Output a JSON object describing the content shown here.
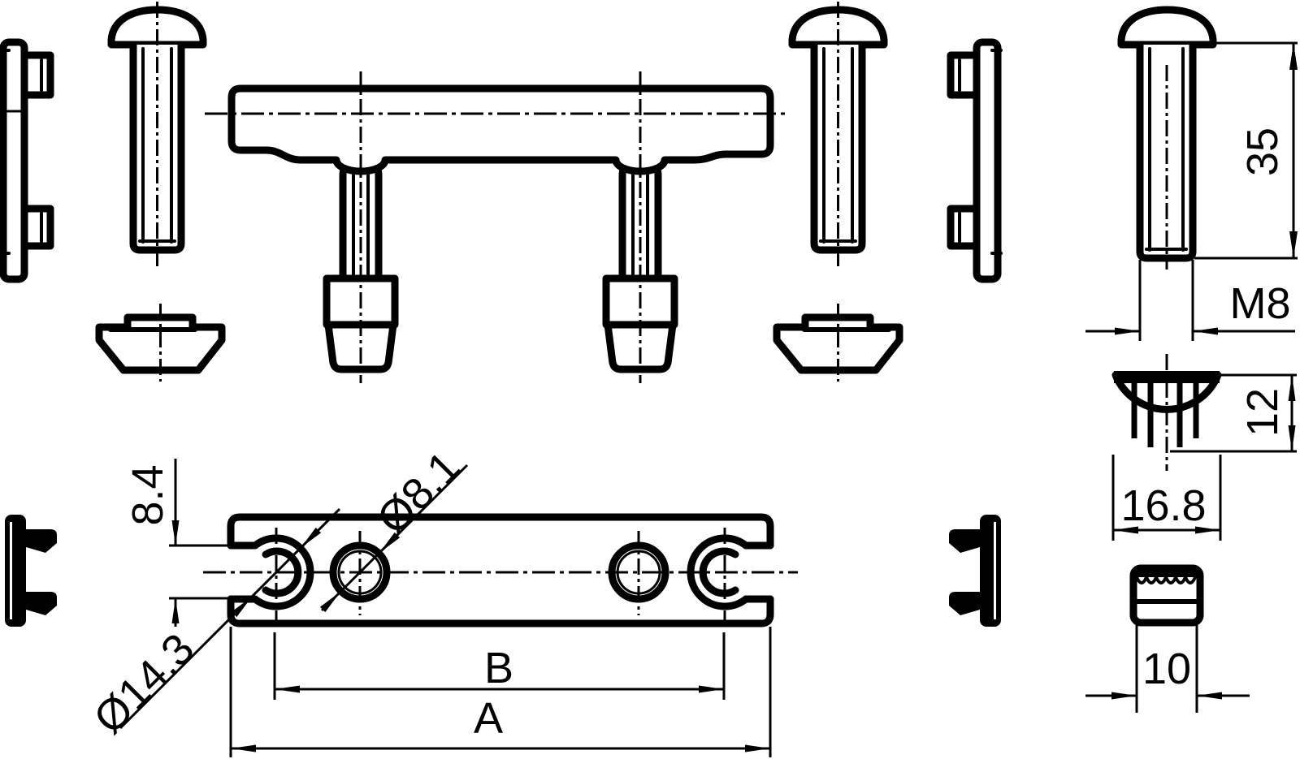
{
  "drawing": {
    "type": "technical-drawing",
    "colors": {
      "line": "#000000",
      "background": "#ffffff"
    },
    "dims": {
      "screw_length": "35",
      "thread_size": "M8",
      "nut_height": "12",
      "nut_width": "16.8",
      "cap_width": "10",
      "slot_offset": "8.4",
      "hole_diameter": "Ø8.1",
      "counterbore_diameter": "Ø14.3",
      "hole_spacing_label": "B",
      "overall_length_label": "A"
    }
  }
}
